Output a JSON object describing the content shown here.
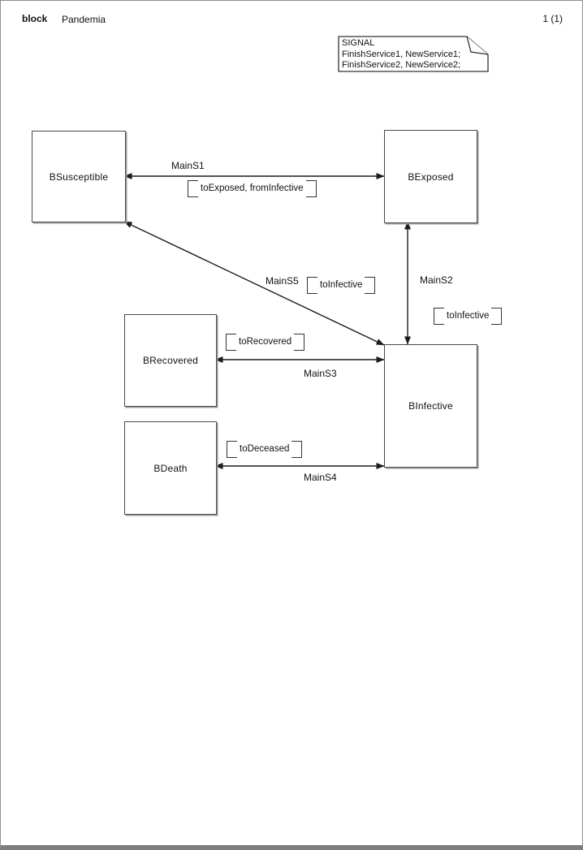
{
  "page": {
    "kind": "block",
    "title": "Pandemia",
    "page_number": "1 (1)"
  },
  "signal_declaration": {
    "lines": [
      "SIGNAL",
      "FinishService1, NewService1;",
      "FinishService2, NewService2;"
    ]
  },
  "blocks": [
    {
      "name": "BSusceptible"
    },
    {
      "name": "BExposed"
    },
    {
      "name": "BInfective"
    },
    {
      "name": "BRecovered"
    },
    {
      "name": "BDeath"
    }
  ],
  "channels": [
    {
      "name": "MainS1",
      "signals": "toExposed, fromInfective",
      "from": "BSusceptible",
      "to": "BExposed",
      "bidirectional": true
    },
    {
      "name": "MainS2",
      "signals": "toInfective",
      "from": "BExposed",
      "to": "BInfective",
      "bidirectional": true
    },
    {
      "name": "MainS3",
      "signals": "toRecovered",
      "from": "BRecovered",
      "to": "BInfective",
      "bidirectional": true
    },
    {
      "name": "MainS4",
      "signals": "toDeceased",
      "from": "BDeath",
      "to": "BInfective",
      "bidirectional": true
    },
    {
      "name": "MainS5",
      "signals": "toInfective",
      "from": "BSusceptible",
      "to": "BInfective",
      "bidirectional": true
    }
  ],
  "colors": {
    "line": "#1c1c1c",
    "block_border": "#4a4a4a",
    "page_border": "#8f8f8f",
    "background": "#ffffff"
  }
}
